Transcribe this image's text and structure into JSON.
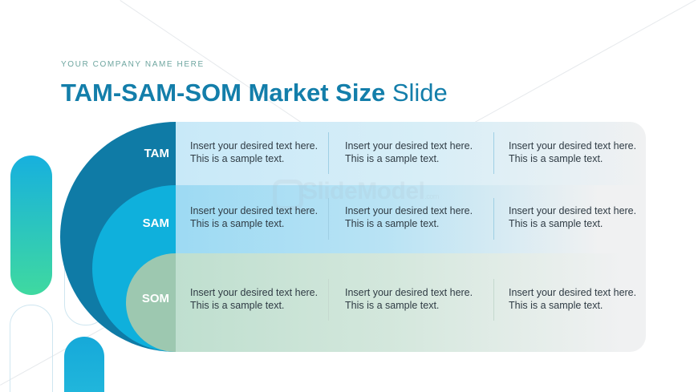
{
  "header": {
    "company": "YOUR COMPANY NAME HERE",
    "title_bold": "TAM-SAM-SOM Market Size",
    "title_light": "Slide"
  },
  "watermark": {
    "text": "SlideModel",
    "suffix": ".com"
  },
  "colors": {
    "title": "#137eaa",
    "tam": "#0f7ba6",
    "sam": "#0fb0dc",
    "som": "#9dc8b0",
    "panel": "#f0f1f2"
  },
  "rows": [
    {
      "label": "TAM",
      "cells": [
        "Insert your desired text here. This is a sample text.",
        "Insert your desired text here. This is a sample text.",
        "Insert your desired text here. This is a sample text."
      ]
    },
    {
      "label": "SAM",
      "cells": [
        "Insert your desired text here. This is a sample text.",
        "Insert your desired text here. This is a sample text.",
        "Insert your desired text here. This is a sample text."
      ]
    },
    {
      "label": "SOM",
      "cells": [
        "Insert your desired text here. This is a sample text.",
        "Insert your desired text here. This is a sample text.",
        "Insert your desired text here. This is a sample text."
      ]
    }
  ]
}
